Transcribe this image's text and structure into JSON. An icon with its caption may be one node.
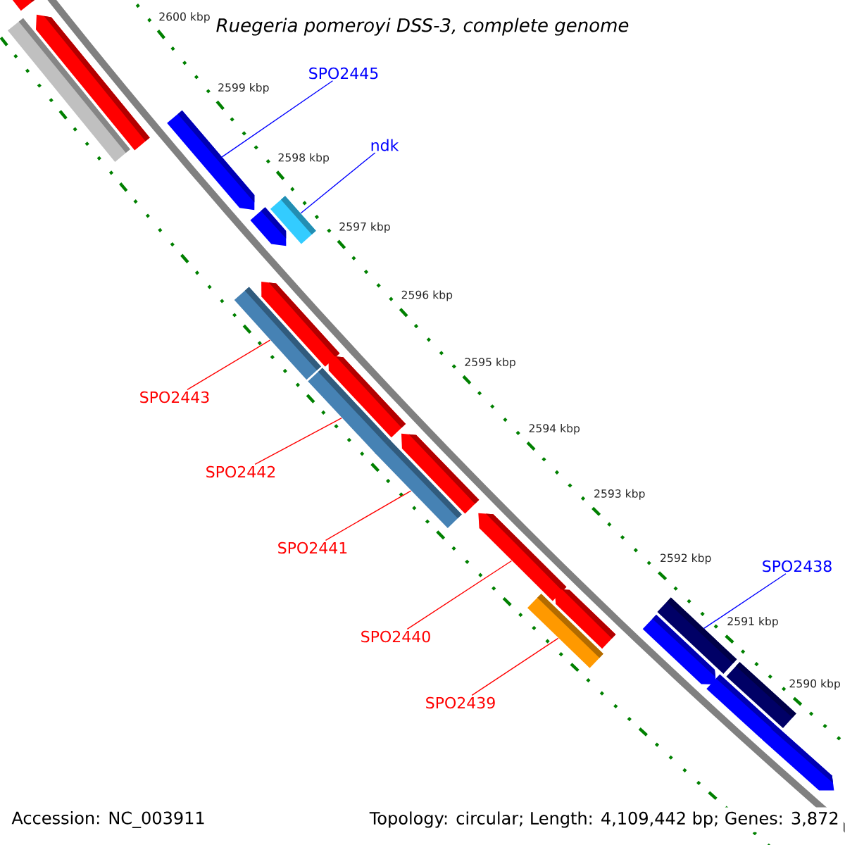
{
  "diagram": {
    "title": "Ruegeria pomeroyi DSS-3, complete genome",
    "nodes": [
      {
        "text": [
          "SPO2445"
        ]
      },
      {
        "text": [
          "ndk"
        ]
      },
      {
        "text": [
          "SPO2443"
        ]
      },
      {
        "text": [
          "SPO2442"
        ]
      },
      {
        "text": [
          "SPO2441"
        ]
      },
      {
        "text": [
          "SPO2440"
        ]
      },
      {
        "text": [
          "SPO2439"
        ]
      },
      {
        "text": [
          "SPO2438"
        ]
      },
      {
        "text": [],
        "shape": "arrow"
      },
      {
        "text": [],
        "shape": "bar"
      },
      {
        "text": [],
        "shape": "arrow"
      },
      {
        "text": [],
        "shape": "arrow"
      },
      {
        "text": [],
        "shape": "arrow"
      },
      {
        "text": [],
        "shape": "bar"
      },
      {
        "text": [],
        "shape": "arrow"
      },
      {
        "text": [],
        "shape": "bar"
      },
      {
        "text": [],
        "shape": "arrow"
      },
      {
        "text": [],
        "shape": "bar"
      },
      {
        "text": [],
        "shape": "arrow"
      },
      {
        "text": [],
        "shape": "bar"
      },
      {
        "text": [],
        "shape": "arrow"
      },
      {
        "text": [],
        "shape": "bar"
      },
      {
        "text": [],
        "shape": "arrow"
      },
      {
        "text": [],
        "shape": "bar"
      },
      {
        "text": [],
        "shape": "bar"
      },
      {
        "text": [],
        "shape": "arrow"
      },
      {
        "text": [],
        "shape": "arrow"
      },
      {
        "text": [],
        "shape": "arrow"
      }
    ],
    "edges": [
      {
        "from": 0,
        "to": 11,
        "arrow": "none",
        "color": "#0000ff"
      },
      {
        "from": 1,
        "to": 13,
        "arrow": "none",
        "color": "#0000ff"
      },
      {
        "from": 2,
        "to": 15,
        "arrow": "none"
      },
      {
        "from": 3,
        "to": 17,
        "arrow": "none"
      },
      {
        "from": 4,
        "to": 19,
        "arrow": "none"
      },
      {
        "from": 5,
        "to": 20,
        "arrow": "none"
      },
      {
        "from": 6,
        "to": 21,
        "arrow": "none"
      },
      {
        "from": 7,
        "to": 23,
        "arrow": "none",
        "color": "#0000ff"
      }
    ],
    "labels": [
      "2600 kbp",
      "2599 kbp",
      "2598 kbp",
      "2597 kbp",
      "2596 kbp",
      "2595 kbp",
      "2594 kbp",
      "2593 kbp",
      "2592 kbp",
      "2591 kbp",
      "2590 kbp",
      "Accession: NC_003911",
      "Topology: circular; Length: 4,109,442 bp; Genes: 3,872"
    ]
  }
}
